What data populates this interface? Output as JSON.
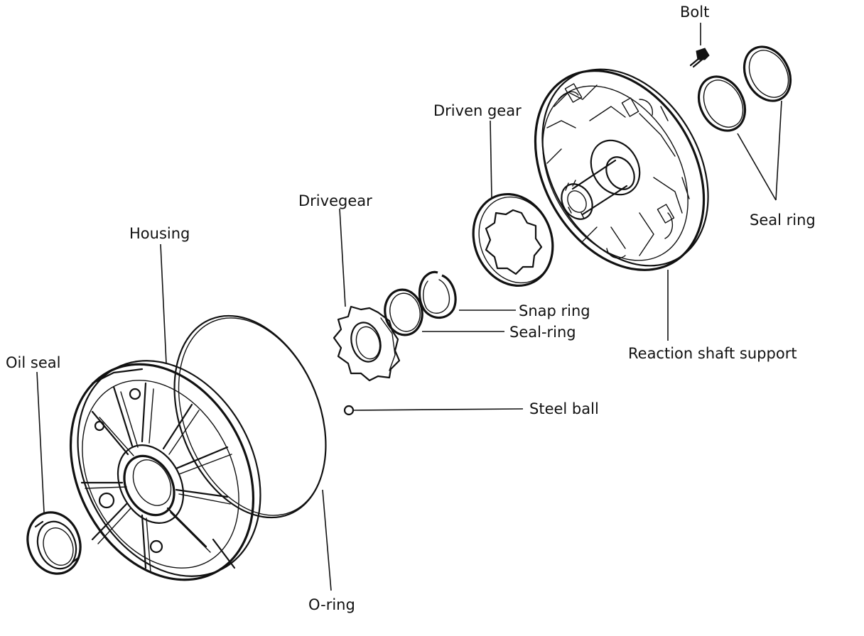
{
  "labels": {
    "bolt": "Bolt",
    "seal_ring_top": "Seal ring",
    "driven_gear": "Driven gear",
    "drivegear": "Drivegear",
    "housing": "Housing",
    "snap_ring": "Snap ring",
    "seal_ring_mid": "Seal-ring",
    "reaction_shaft_support": "Reaction shaft support",
    "oil_seal": "Oil seal",
    "steel_ball": "Steel ball",
    "o_ring": "O-ring"
  },
  "colors": {
    "ink": "#111111",
    "background": "#ffffff"
  }
}
